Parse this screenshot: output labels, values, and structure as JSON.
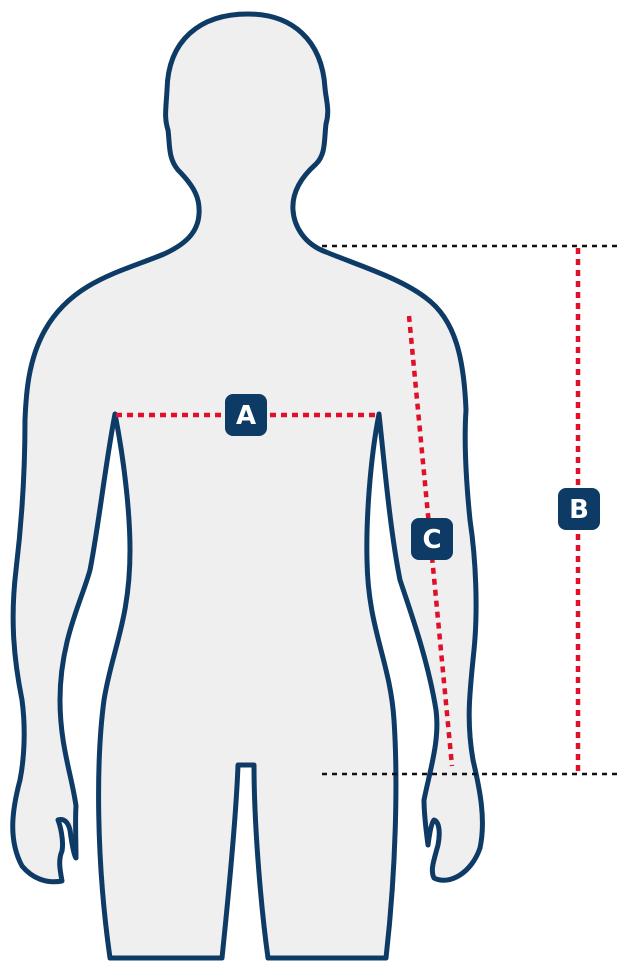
{
  "diagram": {
    "colors": {
      "outline": "#0D3B66",
      "body_fill": "#EFEFEF",
      "measure_line": "#E0102A",
      "guide_line": "#111111",
      "badge_bg": "#0D3B66",
      "badge_text": "#FFFFFF"
    },
    "measurements": {
      "chest": {
        "label": "A"
      },
      "length": {
        "label": "B"
      },
      "arm": {
        "label": "C"
      }
    }
  }
}
